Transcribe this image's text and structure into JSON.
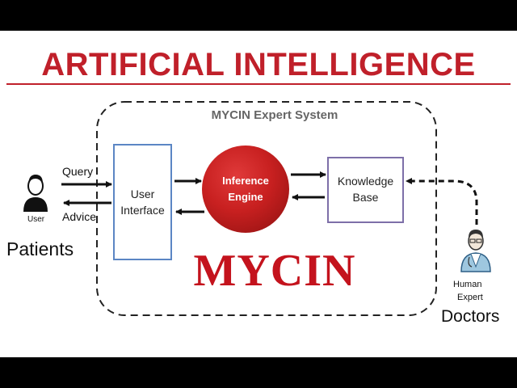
{
  "title": "ARTIFICIAL INTELLIGENCE",
  "system_title": "MYCIN Expert System",
  "user_label": "User",
  "query_label": "Query",
  "advice_label": "Advice",
  "patients_label": "Patients",
  "user_interface": {
    "line1": "User",
    "line2": "Interface"
  },
  "inference_engine": {
    "line1": "Inference",
    "line2": "Engine"
  },
  "knowledge_base": {
    "line1": "Knowledge",
    "line2": "Base"
  },
  "mycin_label": "MYCIN",
  "human_expert": {
    "line1": "Human",
    "line2": "Expert"
  },
  "doctors_label": "Doctors",
  "icons": {
    "user": "user-icon",
    "doctor": "doctor-icon"
  },
  "colors": {
    "title": "#c0202a",
    "engine": "#c82020",
    "ui_border": "#5b86c4",
    "kb_border": "#7d6fa8",
    "mycin": "#c4131d"
  }
}
